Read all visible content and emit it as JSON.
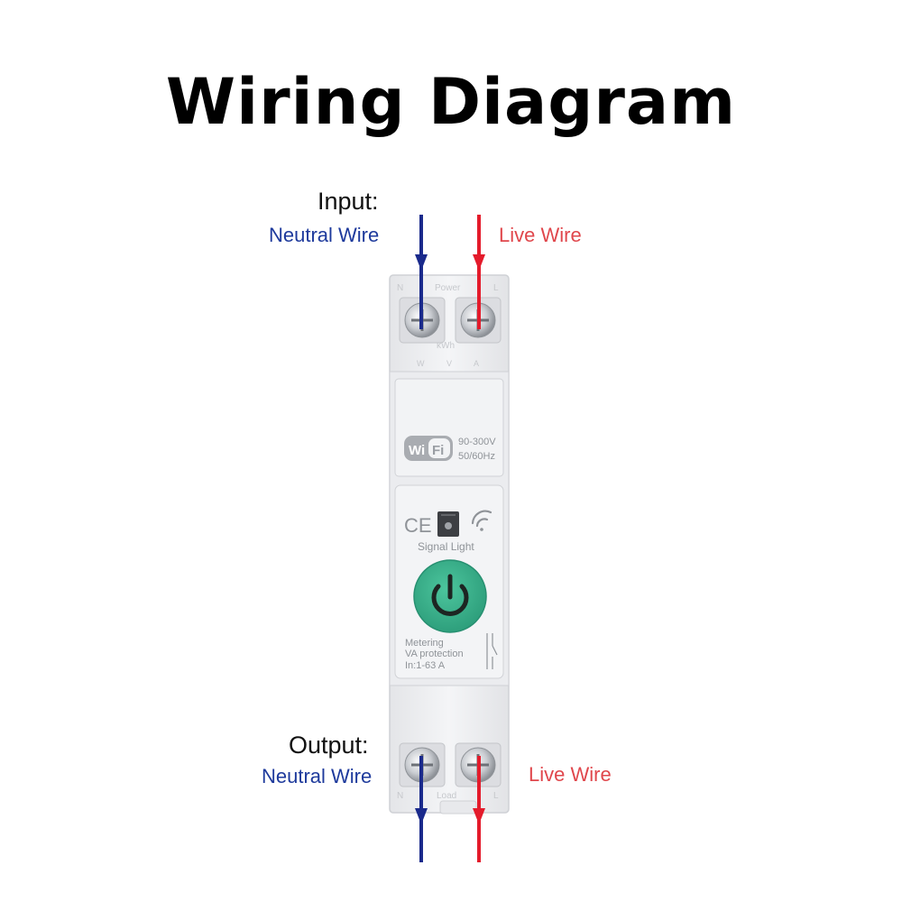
{
  "title": "Wiring Diagram",
  "input": {
    "heading": "Input:",
    "neutral": "Neutral Wire",
    "live": "Live Wire"
  },
  "output": {
    "heading": "Output:",
    "neutral": "Neutral Wire",
    "live": "Live Wire"
  },
  "device": {
    "top_terminals": {
      "n": "N",
      "power": "Power",
      "l": "L",
      "kwh": "kWh",
      "w": "W",
      "v": "V",
      "a": "A"
    },
    "wifi_badge": {
      "wi": "Wi",
      "fi": "Fi"
    },
    "ratings": {
      "voltage": "90-300V",
      "frequency": "50/60Hz"
    },
    "ce": "CE",
    "signal_light": "Signal Light",
    "specs": {
      "line1": "Metering",
      "line2": "VA protection",
      "line3": "In:1-63 A"
    },
    "bottom_terminals": {
      "n": "N",
      "load": "Load",
      "l": "L"
    }
  },
  "colors": {
    "neutral": "#1a2a8c",
    "live": "#e41b2b",
    "button": "#37b48c"
  }
}
